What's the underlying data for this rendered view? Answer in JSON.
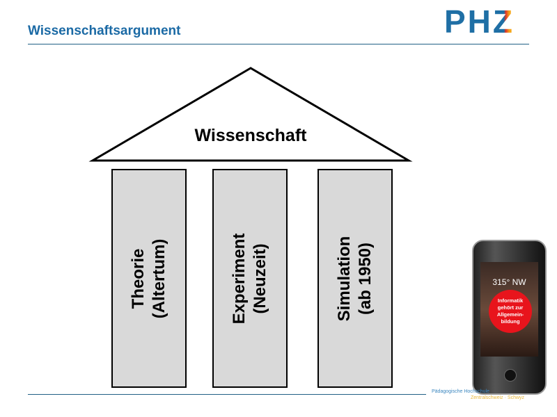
{
  "header": {
    "title": "Wissenschaftsargument",
    "logo_text": "PHZ"
  },
  "diagram": {
    "roof_label": "Wissenschaft",
    "pillars": [
      {
        "line1": "Theorie",
        "line2": "(Altertum)"
      },
      {
        "line1": "Experiment",
        "line2": "(Neuzeit)"
      },
      {
        "line1": "Simulation",
        "line2": "(ab 1950)"
      }
    ]
  },
  "phone": {
    "heading": "315° NW",
    "badge_text": "Informatik gehört zur Allgemein-bildung"
  },
  "footer": {
    "line1": "Pädagogische Hochschule",
    "line2": "Zentralschweiz · Schwyz"
  },
  "colors": {
    "title": "#1b6aa5",
    "pillar_fill": "#d9d9d9",
    "badge": "#e8141c",
    "logo_blue": "#1f6fa5",
    "logo_orange": "#f5a81c",
    "logo_red": "#e53525"
  }
}
